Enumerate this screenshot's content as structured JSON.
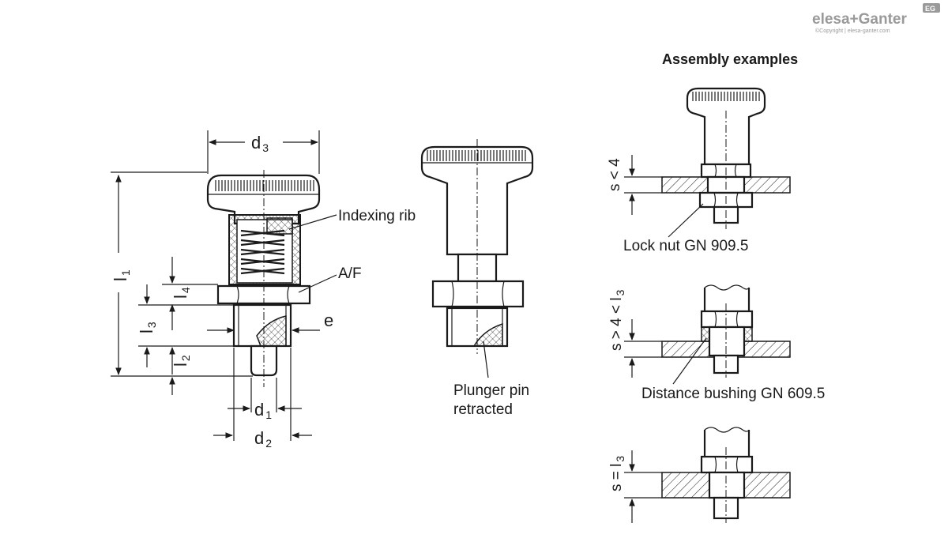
{
  "brand": {
    "logo_text": "elesa+Ganter",
    "logo_badge": "EG",
    "copyright": "©Copyright | elesa-ganter.com"
  },
  "assembly": {
    "title": "Assembly examples",
    "examples": [
      {
        "condition": "s < 4",
        "label": "Lock nut GN 909.5"
      },
      {
        "condition": "s > 4 < l3",
        "label": "Distance bushing GN 609.5"
      },
      {
        "condition": "s = l3",
        "label": ""
      }
    ]
  },
  "callouts": {
    "indexing_rib": "Indexing rib",
    "af": "A/F",
    "plunger_line1": "Plunger pin",
    "plunger_line2": "retracted"
  },
  "dimensions": {
    "d3": {
      "main": "d",
      "sub": "3"
    },
    "d1": {
      "main": "d",
      "sub": "1"
    },
    "d2": {
      "main": "d",
      "sub": "2"
    },
    "l1": {
      "main": "l",
      "sub": "1"
    },
    "l2": {
      "main": "l",
      "sub": "2"
    },
    "l3": {
      "main": "l",
      "sub": "3"
    },
    "l4": {
      "main": "l",
      "sub": "4"
    },
    "e": "e"
  },
  "side_labels": {
    "s_lt_4": "s < 4",
    "s_gt_4": "s > 4 < l",
    "s_gt_4_sub": "3",
    "s_eq": "s = l",
    "s_eq_sub": "3"
  }
}
